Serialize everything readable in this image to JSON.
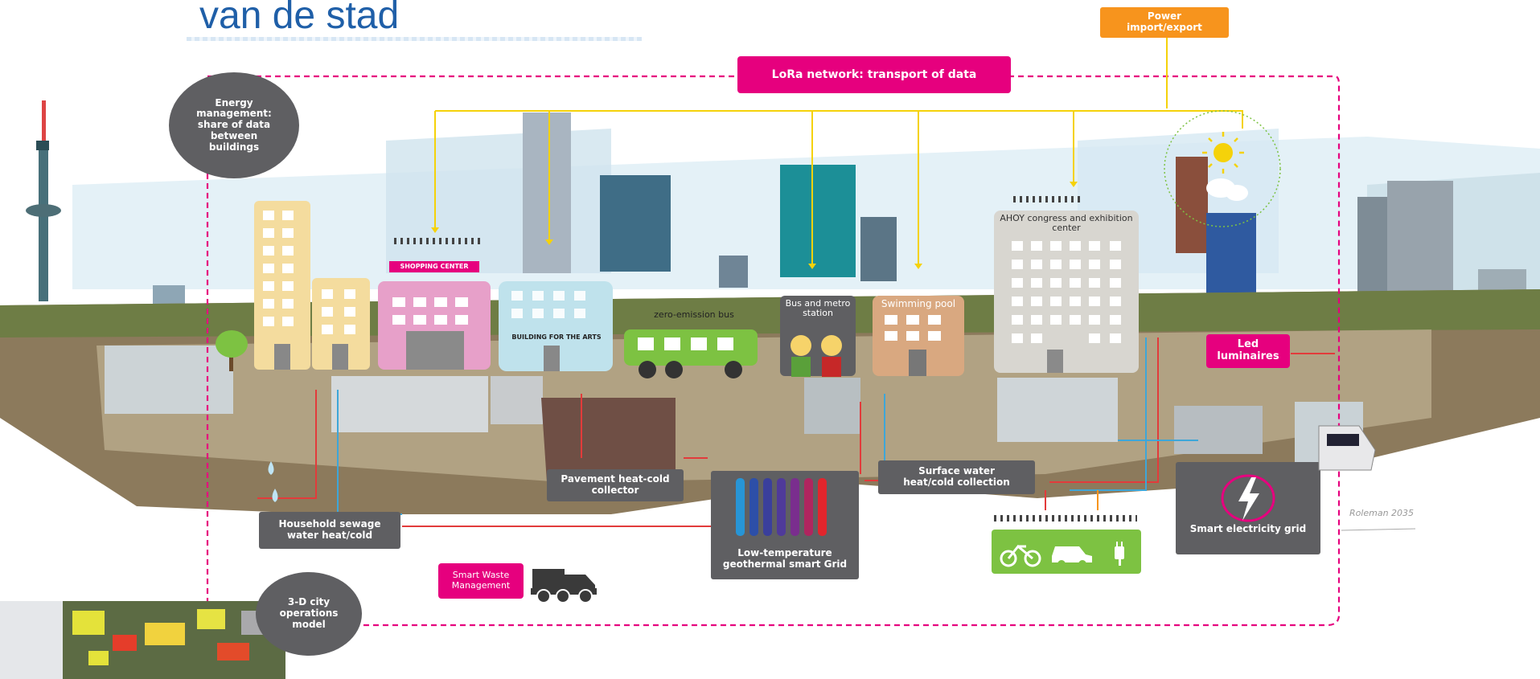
{
  "title": "van de stad",
  "labels": {
    "power": "Power import/export",
    "lora": "LoRa network: transport of data",
    "energy": "Energy management: share of data between buildings",
    "shopping": "SHOPPING CENTER",
    "arts": "BUILDING FOR THE ARTS",
    "zero": "zero-emission bus",
    "bus_station": "Bus and metro station",
    "pool": "Swimming pool",
    "ahoy": "AHOY congress and exhibition center",
    "led": "Led luminaires",
    "pavement": "Pavement heat-cold collector",
    "surface": "Surface water heat/cold collection",
    "household": "Household sewage water heat/cold",
    "geothermal": "Low-temperature geothermal smart Grid",
    "smart_grid": "Smart electricity grid",
    "waste": "Smart Waste Management",
    "city_model": "3-D city operations model",
    "signature": "Roleman 2035"
  },
  "colors": {
    "pink": "#e6007e",
    "orange": "#f7941d",
    "grey": "#5f5f62",
    "green": "#7dc242",
    "yellow_line": "#f5d20a",
    "red_line": "#e23b3b",
    "blue_line": "#3ea6d8"
  },
  "icons": [
    "lightning-icon",
    "sun-icon",
    "cloud-icon",
    "bicycle-icon",
    "car-icon",
    "plug-icon",
    "truck-icon",
    "tree-icon",
    "water-drop-icon"
  ]
}
